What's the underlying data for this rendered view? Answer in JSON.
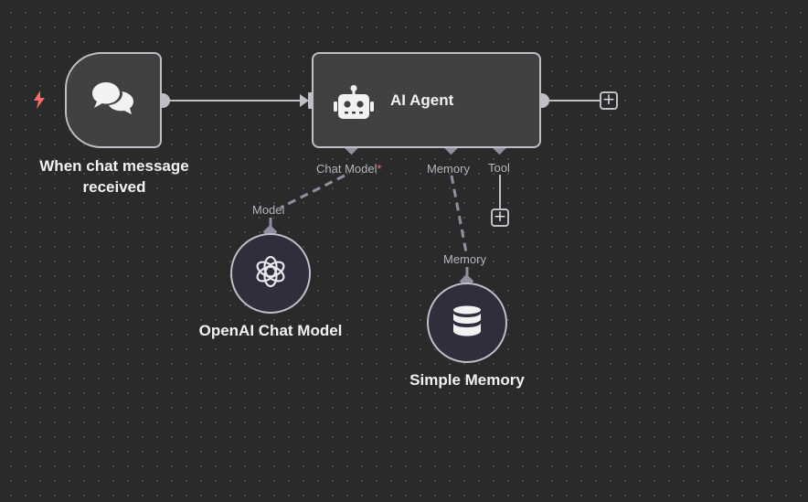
{
  "nodes": {
    "trigger": {
      "label": "When chat message received"
    },
    "agent": {
      "label": "AI Agent"
    },
    "openai": {
      "label": "OpenAI Chat Model"
    },
    "memory": {
      "label": "Simple Memory"
    }
  },
  "ports": {
    "chat_model": "Chat Model",
    "chat_model_required": "*",
    "memory": "Memory",
    "tool": "Tool",
    "model_input": "Model",
    "memory_input": "Memory"
  },
  "buttons": {
    "add": "+"
  },
  "icons": {
    "trigger": "lightning-bolt-icon",
    "chat": "chat-bubbles-icon",
    "agent": "robot-icon",
    "openai": "openai-logo-icon",
    "memory": "database-icon",
    "add": "plus-icon"
  },
  "colors": {
    "canvas": "#2a2a2a",
    "node_bg": "#414141",
    "sub_node_bg": "#2e2e3c",
    "border": "#bfbfc7",
    "trigger_accent": "#ff6b6b",
    "port": "#8f8fa0"
  }
}
